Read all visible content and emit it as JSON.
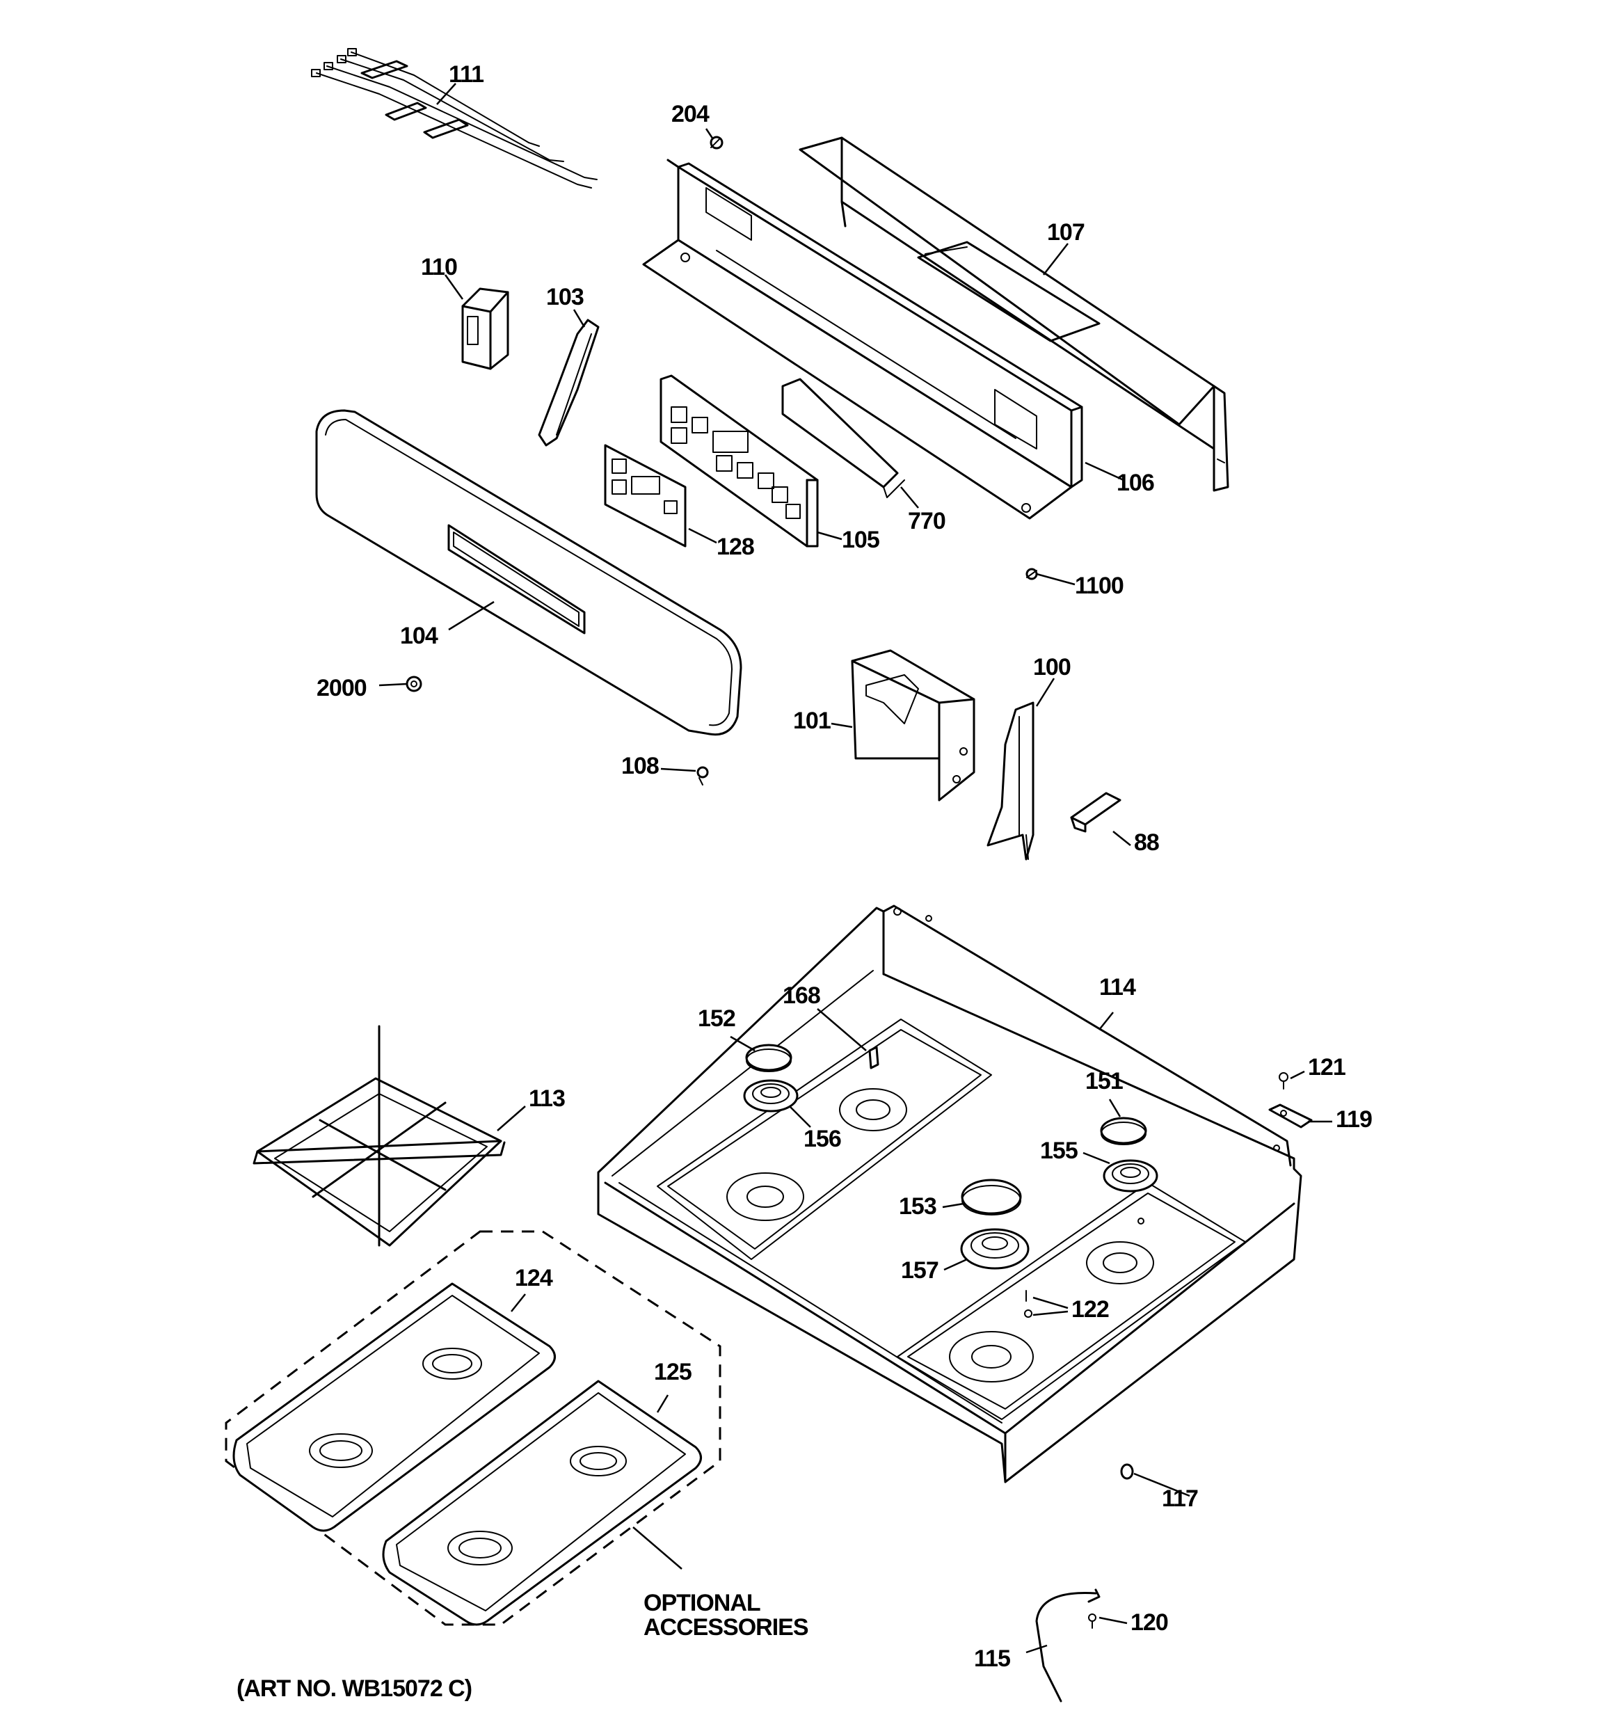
{
  "labels": {
    "p111": "111",
    "p204": "204",
    "p107": "107",
    "p110": "110",
    "p103": "103",
    "p106": "106",
    "p770": "770",
    "p128": "128",
    "p105": "105",
    "p1100": "1100",
    "p104": "104",
    "p2000": "2000",
    "p100": "100",
    "p101": "101",
    "p108": "108",
    "p88": "88",
    "p114": "114",
    "p168": "168",
    "p152": "152",
    "p113": "113",
    "p156": "156",
    "p151": "151",
    "p121": "121",
    "p119": "119",
    "p155": "155",
    "p153": "153",
    "p157": "157",
    "p122": "122",
    "p124": "124",
    "p125": "125",
    "p117": "117",
    "p120": "120",
    "p115": "115"
  },
  "optional_line1": "OPTIONAL",
  "optional_line2": "ACCESSORIES",
  "art_number": "(ART NO. WB15072 C)"
}
